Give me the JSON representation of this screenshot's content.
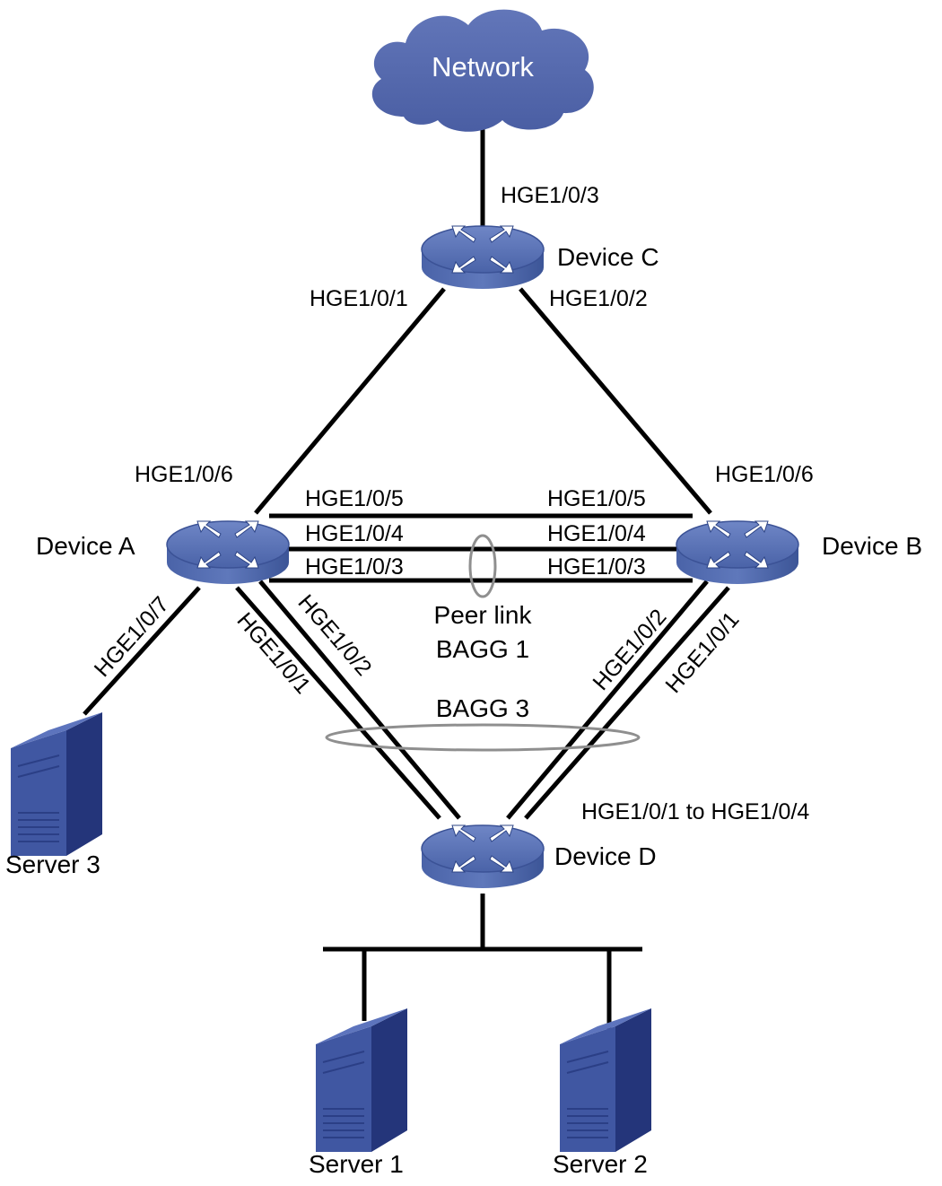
{
  "cloud": {
    "label": "Network"
  },
  "devices": {
    "c": {
      "label": "Device C"
    },
    "a": {
      "label": "Device A"
    },
    "b": {
      "label": "Device B"
    },
    "d": {
      "label": "Device D"
    }
  },
  "servers": {
    "s1": {
      "label": "Server 1"
    },
    "s2": {
      "label": "Server 2"
    },
    "s3": {
      "label": "Server 3"
    }
  },
  "ports": {
    "c_uplink": "HGE1/0/3",
    "c_to_a": "HGE1/0/1",
    "c_to_b": "HGE1/0/2",
    "a_to_c": "HGE1/0/6",
    "b_to_c": "HGE1/0/6",
    "a_p5": "HGE1/0/5",
    "a_p4": "HGE1/0/4",
    "a_p3": "HGE1/0/3",
    "b_p5": "HGE1/0/5",
    "b_p4": "HGE1/0/4",
    "b_p3": "HGE1/0/3",
    "a_to_server3": "HGE1/0/7",
    "a_to_d_1": "HGE1/0/1",
    "a_to_d_2": "HGE1/0/2",
    "b_to_d_2": "HGE1/0/2",
    "b_to_d_1": "HGE1/0/1",
    "d_ports": "HGE1/0/1 to HGE1/0/4"
  },
  "aggregations": {
    "peer_link": "Peer link",
    "bagg1": "BAGG 1",
    "bagg3": "BAGG 3"
  },
  "colors": {
    "device_fill": "#4f6ab0",
    "device_dark": "#2f4a8c",
    "cloud": "#5568ad",
    "server": "#3a4e9c"
  }
}
